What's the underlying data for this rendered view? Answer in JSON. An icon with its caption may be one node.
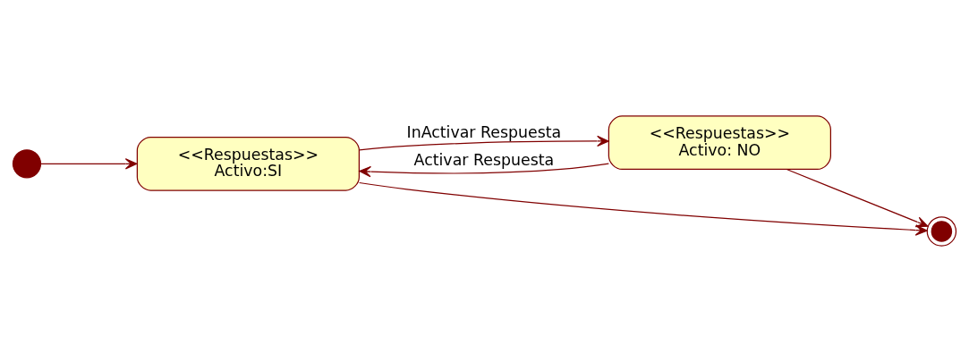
{
  "diagram": {
    "nodes": [
      {
        "text": [],
        "shape": "circle"
      },
      {
        "text": [
          "<<Respuestas>>",
          "Activo:SI"
        ]
      },
      {
        "text": [
          "<<Respuestas>>",
          "Activo: NO"
        ]
      },
      {
        "text": [],
        "shape": "circle"
      }
    ],
    "edges": [
      {
        "from": 0,
        "to": 1,
        "arrow": "to"
      },
      {
        "from": 2,
        "to": 1,
        "arrow": "to",
        "label": "Activar Respuesta"
      },
      {
        "from": 1,
        "to": 2,
        "arrow": "to",
        "label": "InActivar Respuesta"
      },
      {
        "from": 1,
        "to": 3,
        "arrow": "to"
      },
      {
        "from": 2,
        "to": 3,
        "arrow": "to"
      }
    ]
  }
}
